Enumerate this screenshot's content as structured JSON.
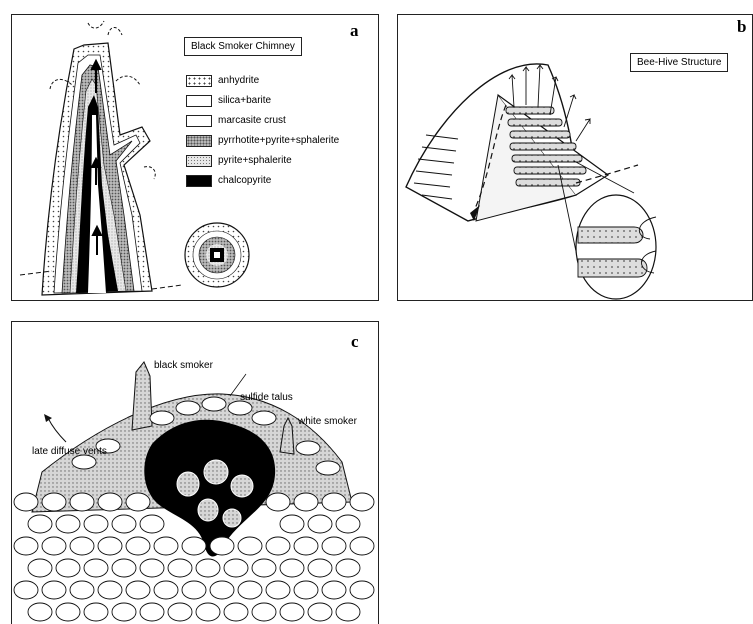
{
  "panel_a": {
    "letter": "a",
    "title": "Black Smoker Chimney",
    "legend": [
      {
        "label": "anhydrite",
        "fill": "dots"
      },
      {
        "label": "silica+barite",
        "fill": "white"
      },
      {
        "label": "marcasite crust",
        "fill": "white"
      },
      {
        "label": "pyrrhotite+pyrite+sphalerite",
        "fill": "hatch"
      },
      {
        "label": "pyrite+sphalerite",
        "fill": "fine-dots"
      },
      {
        "label": "chalcopyrite",
        "fill": "black"
      }
    ]
  },
  "panel_b": {
    "letter": "b",
    "title": "Bee-Hive Structure"
  },
  "panel_c": {
    "letter": "c",
    "labels": {
      "black_smoker": "black smoker",
      "sulfide_talus": "sulfide talus",
      "white_smoker": "white smoker",
      "late_diffuse_vents": "late diffuse vents"
    }
  },
  "colors": {
    "ink": "#111111",
    "paper": "#ffffff",
    "stipple": "#9a9a9a"
  }
}
